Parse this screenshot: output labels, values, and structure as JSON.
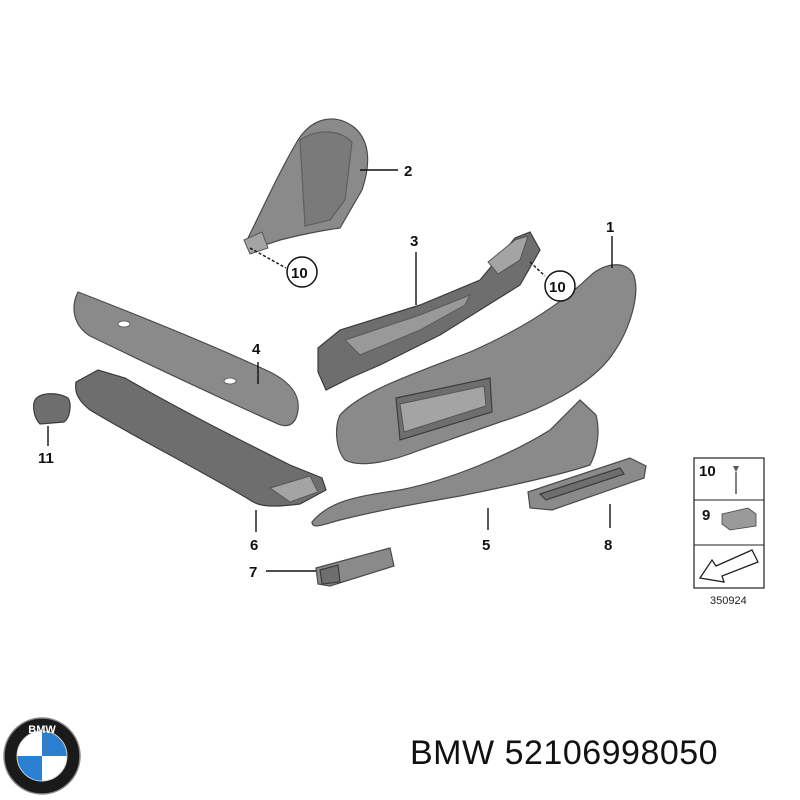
{
  "callouts": [
    {
      "id": "1",
      "label": "1"
    },
    {
      "id": "2",
      "label": "2"
    },
    {
      "id": "3",
      "label": "3"
    },
    {
      "id": "4",
      "label": "4"
    },
    {
      "id": "5",
      "label": "5"
    },
    {
      "id": "6",
      "label": "6"
    },
    {
      "id": "7",
      "label": "7"
    },
    {
      "id": "8",
      "label": "8"
    },
    {
      "id": "10a",
      "label": "10"
    },
    {
      "id": "10b",
      "label": "10"
    },
    {
      "id": "11",
      "label": "11"
    }
  ],
  "legend": {
    "items": [
      {
        "label": "10"
      },
      {
        "label": "9"
      }
    ],
    "reference_number": "350924"
  },
  "logo": {
    "text": "BMW"
  },
  "footer": {
    "brand": "BMW",
    "part_number": "52106998050"
  },
  "colors": {
    "part_gray": "#8a8a8a",
    "logo_blue": "#2a7fd0",
    "logo_black": "#1a1a1a"
  }
}
